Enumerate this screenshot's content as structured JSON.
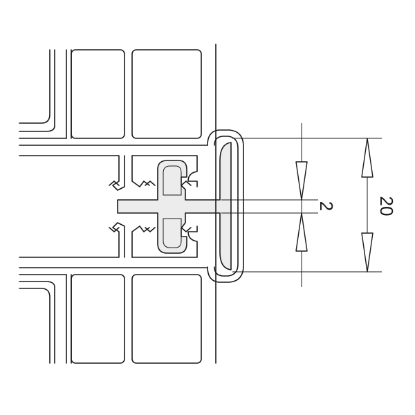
{
  "drawing": {
    "subject": "profile-joint-cross-section",
    "line_color": "#1a1a1a",
    "fill_color": "#ececec",
    "background": "#ffffff"
  },
  "dimensions": {
    "gap": {
      "value": "2"
    },
    "height": {
      "value": "20"
    }
  }
}
